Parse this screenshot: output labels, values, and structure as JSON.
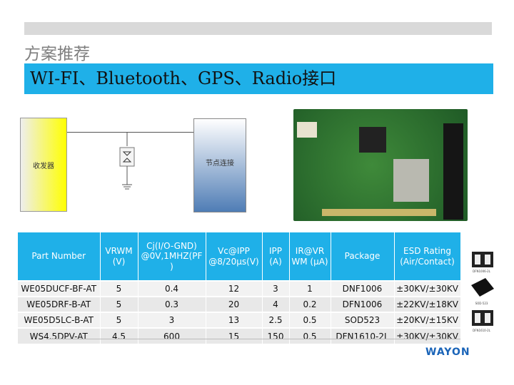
{
  "section_title": "方案推荐",
  "banner_title": "WI-FI、Bluetooth、GPS、Radio接口",
  "diagram": {
    "left_block": "收发器",
    "right_block": "节点连接"
  },
  "table": {
    "headers": [
      "Part Number",
      "VRWM (V)",
      "Cj(I/O-GND) @0V,1MHZ(PF )",
      "Vc@IPP @8/20μs(V)",
      "IPP (A)",
      "IR@VR WM (μA)",
      "Package",
      "ESD Rating (Air/Contact)"
    ],
    "rows": [
      [
        "WE05DUCF-BF-AT",
        "5",
        "0.4",
        "12",
        "3",
        "1",
        "DNF1006",
        "±30KV/±30KV"
      ],
      [
        "WE05DRF-B-AT",
        "5",
        "0.3",
        "20",
        "4",
        "0.2",
        "DFN1006",
        "±22KV/±18KV"
      ],
      [
        "WE05D5LC-B-AT",
        "5",
        "3",
        "13",
        "2.5",
        "0.5",
        "SOD523",
        "±20KV/±15KV"
      ],
      [
        "WS4.5DPV-AT",
        "4.5",
        "600",
        "15",
        "150",
        "0.5",
        "DFN1610-2L",
        "±30KV/±30KV"
      ]
    ]
  },
  "packages": [
    "DFN1006-2L",
    "SOD-523",
    "DFN1610-2L"
  ],
  "logo": "WAYON",
  "colors": {
    "accent": "#1fb0e8",
    "logo": "#1a64b8"
  }
}
